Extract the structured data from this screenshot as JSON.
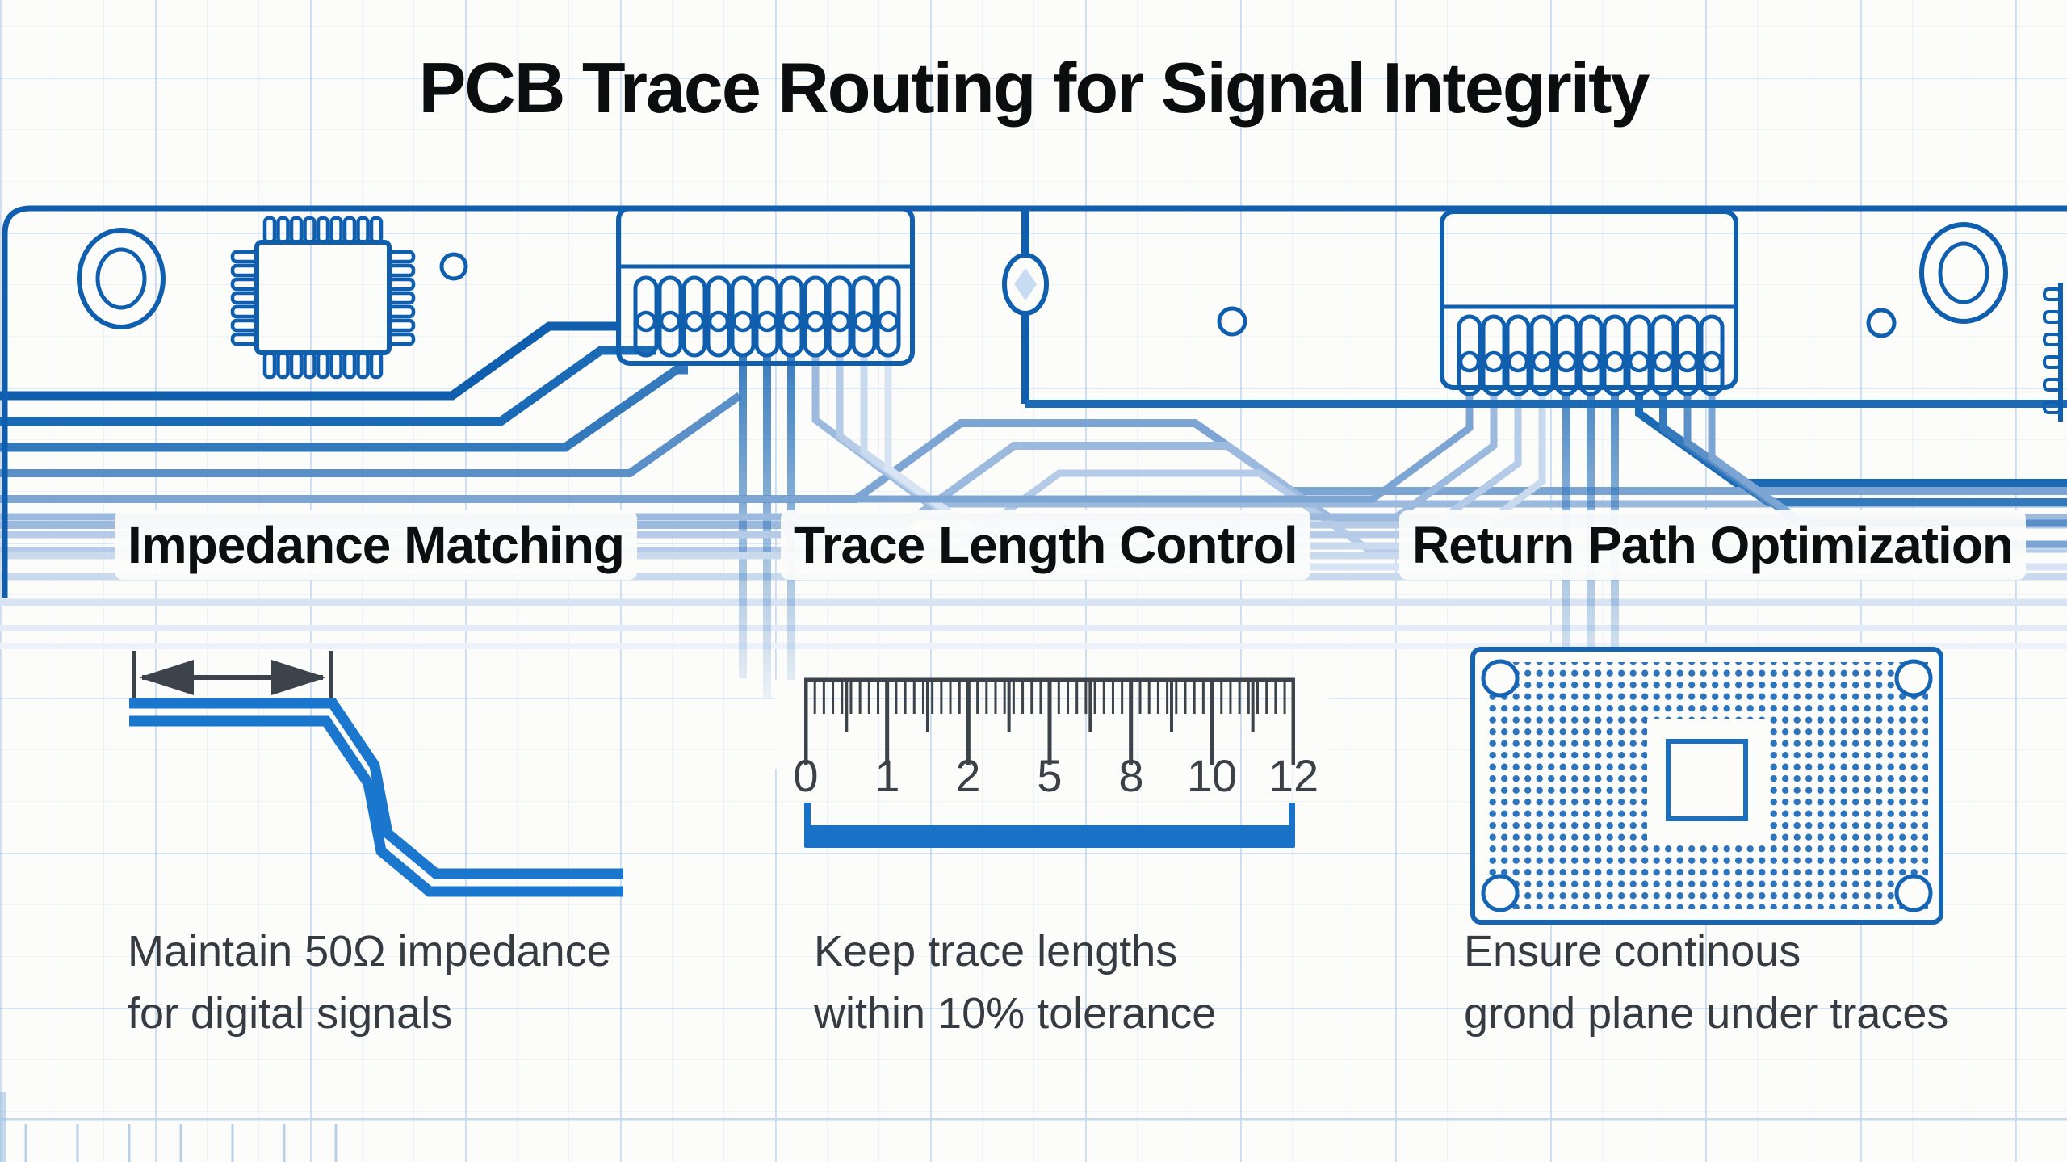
{
  "title": "PCB Trace Routing for Signal Integrity",
  "sections": [
    {
      "heading": "Impedance Matching",
      "description_lines": [
        "Maintain 50Ω impedance",
        "for digital signals"
      ]
    },
    {
      "heading": "Trace Length Control",
      "description_lines": [
        "Keep trace lengths",
        "within 10% tolerance"
      ]
    },
    {
      "heading": "Return Path Optimization",
      "description_lines": [
        "Ensure continous",
        "grond plane under traces"
      ]
    }
  ],
  "ruler": {
    "labels": [
      "0",
      "1",
      "2",
      "5",
      "8",
      "10",
      "12"
    ]
  },
  "colors": {
    "trace_blue_dark": "#0f5fae",
    "trace_blue_bright": "#1b76cd",
    "ruler_bar_blue": "#1a72c6",
    "dot_grid_blue": "#2d74bd",
    "ink_black": "#0c0d0f",
    "body_text_gray": "#363b42",
    "measure_gray": "#3d434a",
    "grid_paper_blue": "#96b9e4"
  }
}
